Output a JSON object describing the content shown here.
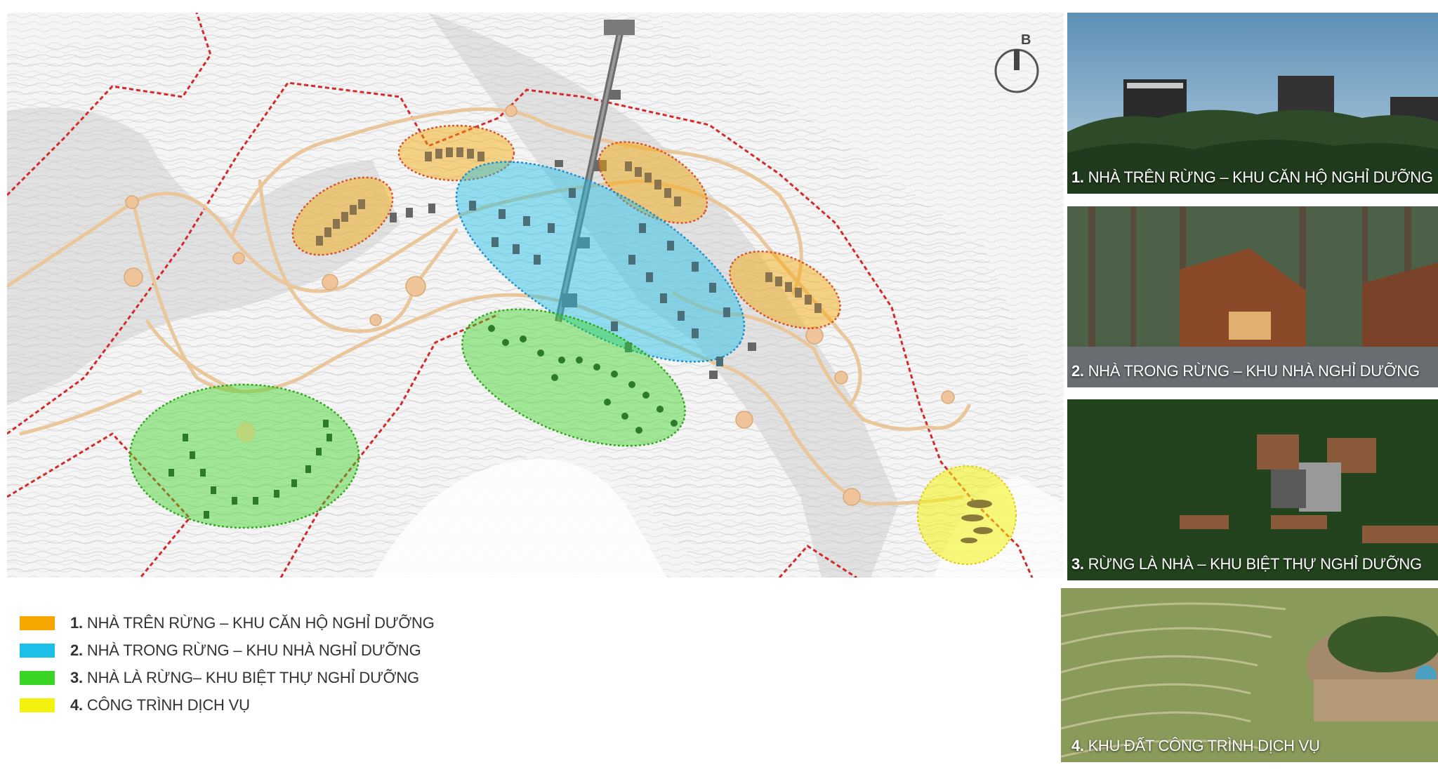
{
  "map": {
    "north_label": "B",
    "zones": [
      {
        "id": "1",
        "color": "#f7a600"
      },
      {
        "id": "2",
        "color": "#1bbfe8"
      },
      {
        "id": "3",
        "color": "#3ad424"
      },
      {
        "id": "4",
        "color": "#f3f20e"
      }
    ],
    "boundary_color": "#d42a2a",
    "road_color": "#e9c79a"
  },
  "legend": [
    {
      "num": "1.",
      "label": "NHÀ TRÊN RỪNG – KHU CĂN HỘ NGHỈ DƯỠNG",
      "color": "#f7a600"
    },
    {
      "num": "2.",
      "label": "NHÀ TRONG RỪNG – KHU NHÀ NGHỈ DƯỠNG",
      "color": "#1bbfe8"
    },
    {
      "num": "3.",
      "label": "NHÀ LÀ RỪNG– KHU BIỆT THỰ NGHỈ DƯỠNG",
      "color": "#3ad424"
    },
    {
      "num": "4.",
      "label": "CÔNG TRÌNH DỊCH VỤ",
      "color": "#f3f20e"
    }
  ],
  "photos": [
    {
      "num": "1.",
      "caption": "NHÀ TRÊN RỪNG – KHU CĂN HỘ NGHỈ DƯỠNG"
    },
    {
      "num": "2.",
      "caption": "NHÀ TRONG RỪNG – KHU NHÀ NGHỈ DƯỠNG"
    },
    {
      "num": "3.",
      "caption": "RỪNG LÀ NHÀ – KHU BIỆT THỰ NGHỈ DƯỠNG"
    },
    {
      "num": "4.",
      "caption": "KHU ĐẤT CÔNG TRÌNH DỊCH VỤ"
    }
  ]
}
